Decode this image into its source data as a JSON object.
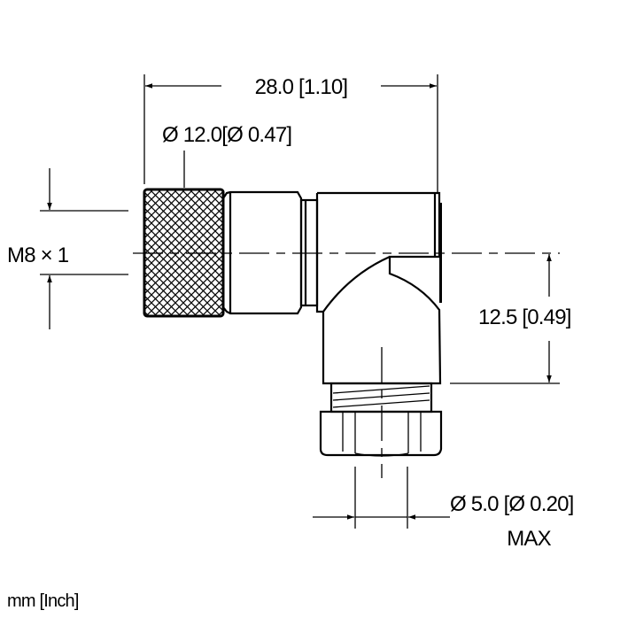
{
  "dimensions": {
    "overall_length": "28.0 [1.10]",
    "knurl_diameter": "Ø 12.0[Ø 0.47]",
    "thread": "M8 × 1",
    "height": "12.5 [0.49]",
    "cable_diameter": "Ø 5.0 [Ø 0.20]",
    "cable_diameter_note": "MAX"
  },
  "units_note": "mm [Inch]",
  "colors": {
    "line": "#000000",
    "background": "#ffffff"
  }
}
